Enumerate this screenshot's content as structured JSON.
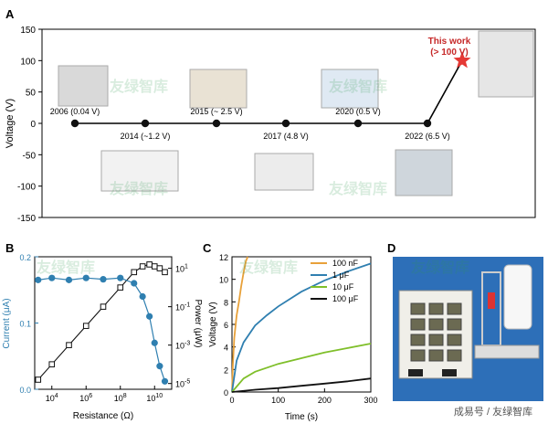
{
  "panels": {
    "a": "A",
    "b": "B",
    "c": "C",
    "d": "D"
  },
  "watermark": "友绿智库",
  "footer_caption": "成易号 / 友绿智库",
  "chart_data": [
    {
      "type": "line",
      "panel": "A",
      "ylabel": "Voltage (V)",
      "ylim": [
        -150,
        150
      ],
      "yticks": [
        -150,
        -100,
        -50,
        0,
        50,
        100,
        150
      ],
      "points": [
        {
          "x": 0,
          "y": 0,
          "label": "2006 (0.04 V)",
          "pos": "above"
        },
        {
          "x": 1,
          "y": 0,
          "label": "2014 (~1.2 V)",
          "pos": "below"
        },
        {
          "x": 2,
          "y": 0,
          "label": "2015 (~ 2.5 V)",
          "pos": "above"
        },
        {
          "x": 3,
          "y": 0,
          "label": "2017 (4.8 V)",
          "pos": "below"
        },
        {
          "x": 4,
          "y": 0,
          "label": "2020 (0.5 V)",
          "pos": "above"
        },
        {
          "x": 5,
          "y": 0,
          "label": "2022 (6.5 V)",
          "pos": "below"
        },
        {
          "x": 6,
          "y": 100,
          "label": "This work\n(> 100 V)",
          "pos": "star"
        }
      ],
      "highlight_color": "#e53935"
    },
    {
      "type": "scatter",
      "panel": "B",
      "xlabel": "Resistance (Ω)",
      "ylabel_left": "Current (μA)",
      "ylabel_right": "Power (μW)",
      "x_log_ticks": [
        4,
        6,
        8,
        10
      ],
      "ylim_left": [
        0,
        0.2
      ],
      "yticks_left": [
        0.0,
        0.1,
        0.2
      ],
      "right_log_ticks": [
        -5,
        -3,
        -1,
        1
      ],
      "current": [
        {
          "logR": 3.2,
          "i": 0.165
        },
        {
          "logR": 4.0,
          "i": 0.168
        },
        {
          "logR": 5.0,
          "i": 0.165
        },
        {
          "logR": 6.0,
          "i": 0.168
        },
        {
          "logR": 7.0,
          "i": 0.166
        },
        {
          "logR": 8.0,
          "i": 0.168
        },
        {
          "logR": 8.8,
          "i": 0.16
        },
        {
          "logR": 9.3,
          "i": 0.14
        },
        {
          "logR": 9.7,
          "i": 0.11
        },
        {
          "logR": 10.0,
          "i": 0.07
        },
        {
          "logR": 10.3,
          "i": 0.035
        },
        {
          "logR": 10.6,
          "i": 0.012
        }
      ],
      "power": [
        {
          "logR": 3.2,
          "p": -4.8
        },
        {
          "logR": 4.0,
          "p": -4.0
        },
        {
          "logR": 5.0,
          "p": -3.0
        },
        {
          "logR": 6.0,
          "p": -2.0
        },
        {
          "logR": 7.0,
          "p": -1.0
        },
        {
          "logR": 8.0,
          "p": 0.0
        },
        {
          "logR": 8.8,
          "p": 0.8
        },
        {
          "logR": 9.3,
          "p": 1.1
        },
        {
          "logR": 9.7,
          "p": 1.2
        },
        {
          "logR": 10.0,
          "p": 1.1
        },
        {
          "logR": 10.3,
          "p": 1.0
        },
        {
          "logR": 10.6,
          "p": 0.8
        }
      ]
    },
    {
      "type": "line",
      "panel": "C",
      "xlabel": "Time (s)",
      "ylabel": "Voltage (V)",
      "xlim": [
        0,
        300
      ],
      "ylim": [
        0,
        12
      ],
      "xticks": [
        0,
        100,
        200,
        300
      ],
      "yticks": [
        0,
        2,
        4,
        6,
        8,
        10,
        12
      ],
      "series": [
        {
          "name": "100 nF",
          "color": "#e8a13a",
          "x": [
            0,
            2,
            5,
            10,
            15,
            20,
            25,
            30,
            34
          ],
          "y": [
            0,
            2.5,
            4.8,
            6.8,
            8.0,
            9.4,
            10.6,
            11.6,
            12
          ]
        },
        {
          "name": "1 μF",
          "color": "#2f7fb0",
          "x": [
            0,
            10,
            25,
            50,
            75,
            100,
            150,
            200,
            250,
            300
          ],
          "y": [
            0,
            2.8,
            4.4,
            5.9,
            6.8,
            7.6,
            8.9,
            9.9,
            10.7,
            11.4
          ]
        },
        {
          "name": "10 μF",
          "color": "#7fbf2a",
          "x": [
            0,
            25,
            50,
            100,
            150,
            200,
            250,
            300
          ],
          "y": [
            0,
            1.2,
            1.8,
            2.5,
            3.0,
            3.5,
            3.9,
            4.3
          ]
        },
        {
          "name": "100 μF",
          "color": "#111111",
          "x": [
            0,
            50,
            100,
            150,
            200,
            250,
            300
          ],
          "y": [
            0,
            0.2,
            0.35,
            0.55,
            0.75,
            0.95,
            1.2
          ]
        }
      ]
    }
  ]
}
